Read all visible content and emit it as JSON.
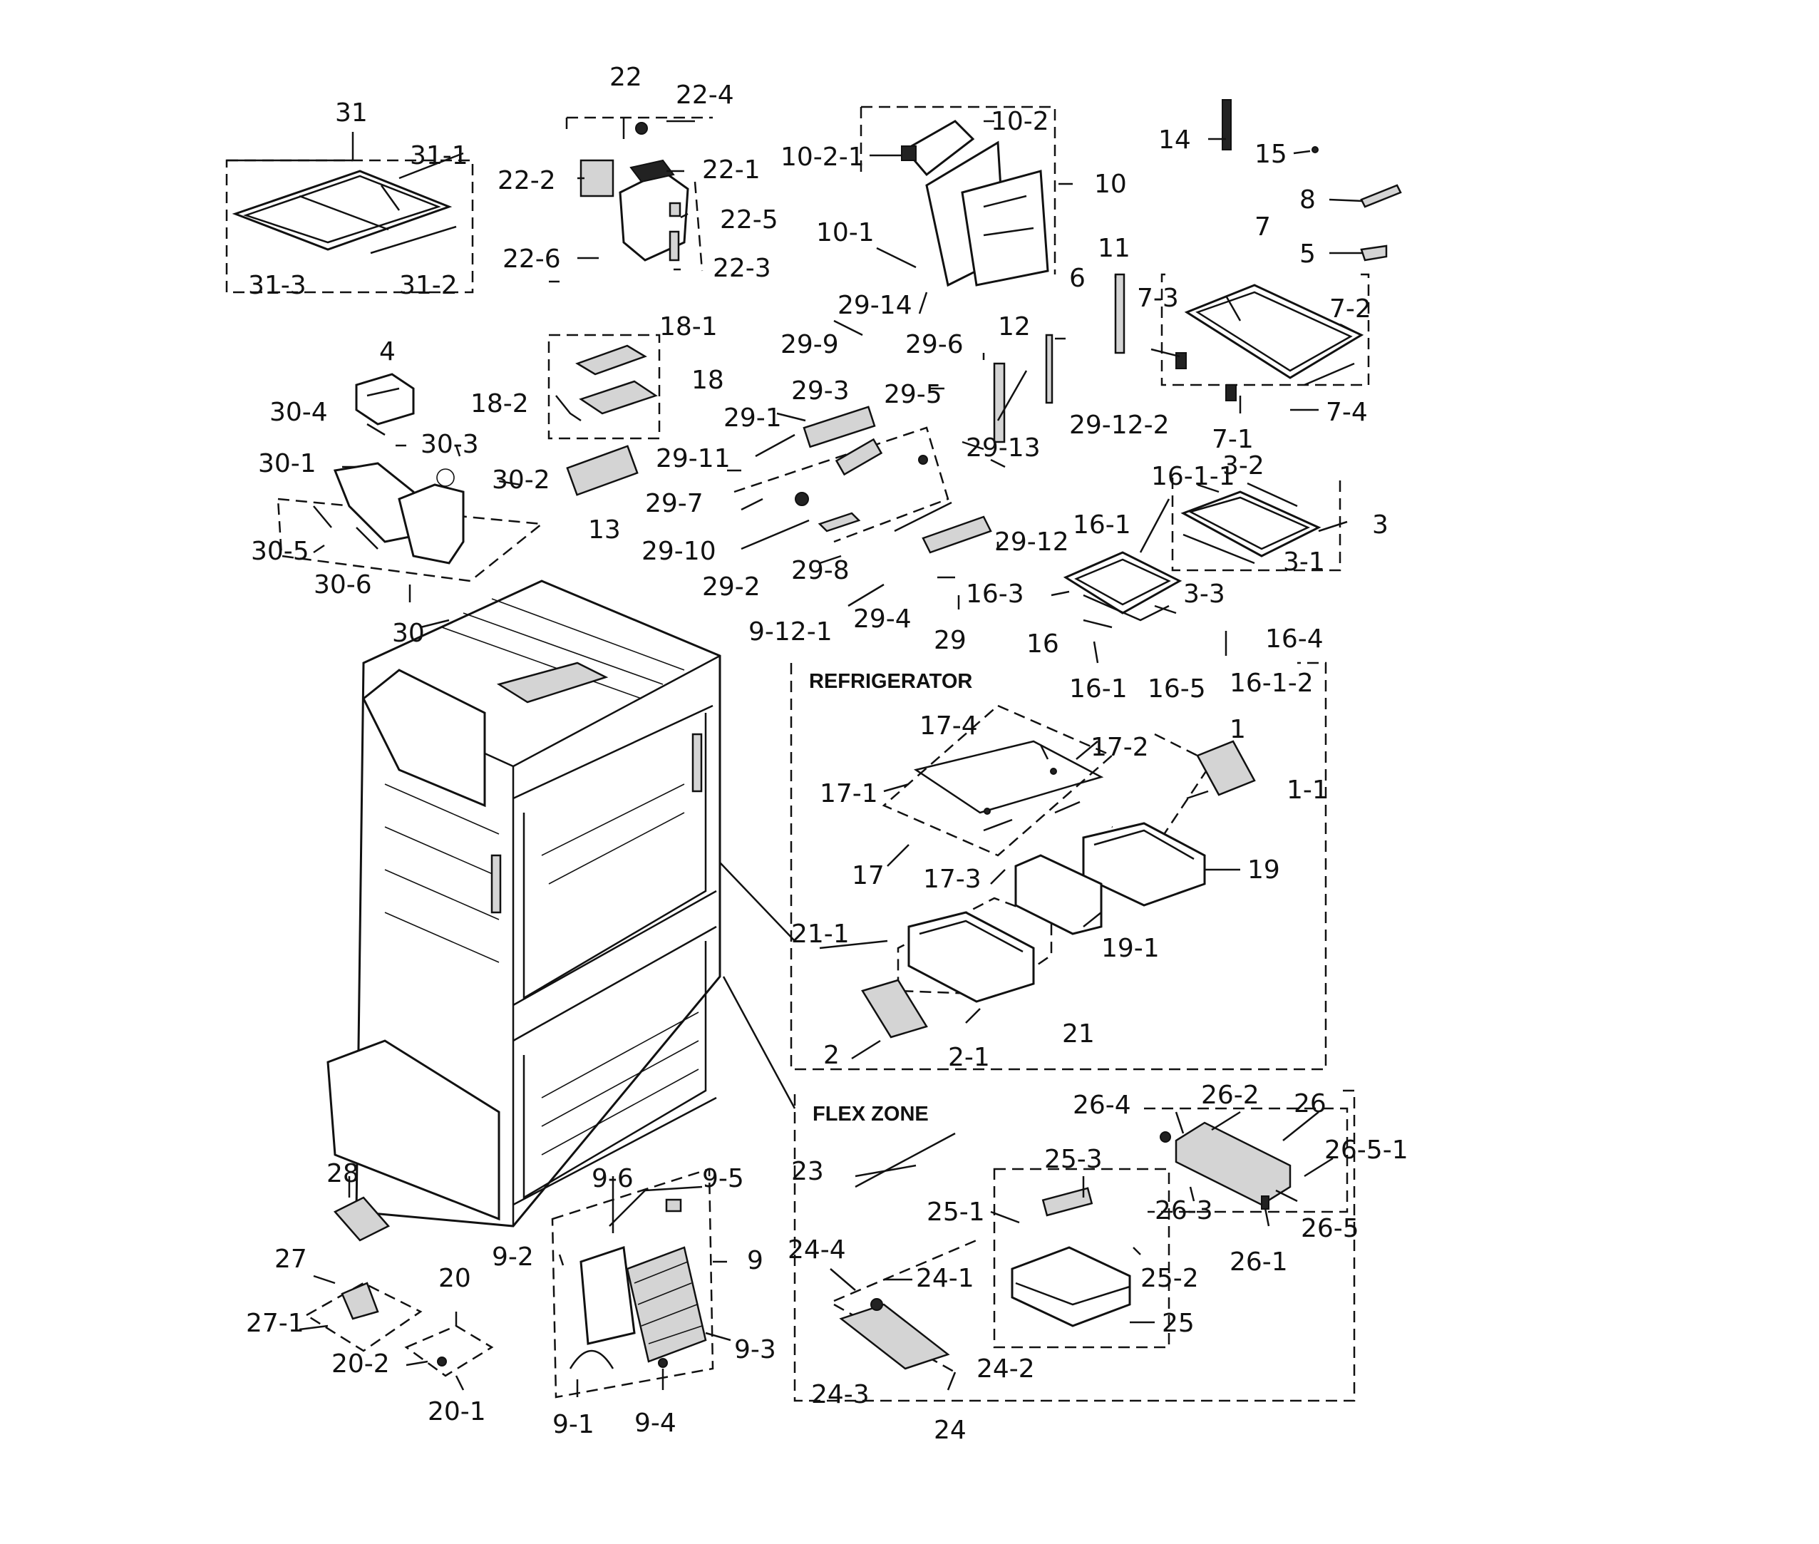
{
  "sections": {
    "refrigerator": "REFRIGERATOR",
    "flex_zone": "FLEX ZONE"
  },
  "labels": {
    "l1": "1",
    "l1_1": "1-1",
    "l2": "2",
    "l2_1": "2-1",
    "l3": "3",
    "l3_1": "3-1",
    "l3_2": "3-2",
    "l3_3": "3-3",
    "l4": "4",
    "l5": "5",
    "l6": "6",
    "l7": "7",
    "l7_1": "7-1",
    "l7_2": "7-2",
    "l7_3": "7-3",
    "l7_4": "7-4",
    "l8": "8",
    "l9": "9",
    "l9_1": "9-1",
    "l9_2": "9-2",
    "l9_3": "9-3",
    "l9_4": "9-4",
    "l9_5": "9-5",
    "l9_6": "9-6",
    "l9_12_1": "9-12-1",
    "l9_12_2": "29-12-2",
    "l10": "10",
    "l10_1": "10-1",
    "l10_2": "10-2",
    "l10_2_1": "10-2-1",
    "l11": "11",
    "l12": "12",
    "l13": "13",
    "l14": "14",
    "l15": "15",
    "l16": "16",
    "l16_1a": "16-1",
    "l16_1b": "16-1",
    "l16_1_1": "16-1-1",
    "l16_1_2": "16-1-2",
    "l16_3": "16-3",
    "l16_4": "16-4",
    "l16_5": "16-5",
    "l17": "17",
    "l17_1": "17-1",
    "l17_2": "17-2",
    "l17_3": "17-3",
    "l17_4": "17-4",
    "l18": "18",
    "l18_1": "18-1",
    "l18_2": "18-2",
    "l19": "19",
    "l19_1": "19-1",
    "l20": "20",
    "l20_1": "20-1",
    "l20_2": "20-2",
    "l21": "21",
    "l21_1": "21-1",
    "l22": "22",
    "l22_1": "22-1",
    "l22_2": "22-2",
    "l22_3": "22-3",
    "l22_4": "22-4",
    "l22_5": "22-5",
    "l22_6": "22-6",
    "l23": "23",
    "l24": "24",
    "l24_1": "24-1",
    "l24_2": "24-2",
    "l24_3": "24-3",
    "l24_4": "24-4",
    "l25": "25",
    "l25_1": "25-1",
    "l25_2": "25-2",
    "l25_3": "25-3",
    "l26": "26",
    "l26_1": "26-1",
    "l26_2": "26-2",
    "l26_3": "26-3",
    "l26_4": "26-4",
    "l26_5": "26-5",
    "l26_5_1": "26-5-1",
    "l27": "27",
    "l27_1": "27-1",
    "l28": "28",
    "l29": "29",
    "l29_1": "29-1",
    "l29_2": "29-2",
    "l29_3": "29-3",
    "l29_4": "29-4",
    "l29_5": "29-5",
    "l29_6": "29-6",
    "l29_7": "29-7",
    "l29_8": "29-8",
    "l29_9": "29-9",
    "l29_10": "29-10",
    "l29_11": "29-11",
    "l29_12": "29-12",
    "l29_13": "29-13",
    "l29_14": "29-14",
    "l30": "30",
    "l30_1": "30-1",
    "l30_2": "30-2",
    "l30_3": "30-3",
    "l30_4": "30-4",
    "l30_5": "30-5",
    "l30_6": "30-6",
    "l31": "31",
    "l31_1": "31-1",
    "l31_2": "31-2",
    "l31_3": "31-3"
  }
}
